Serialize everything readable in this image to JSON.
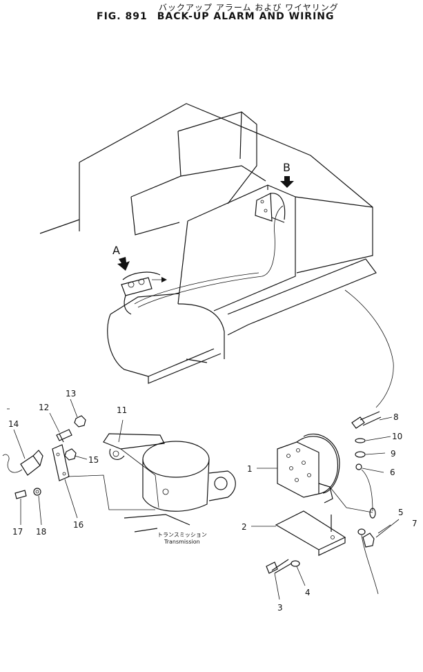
{
  "title": {
    "japanese": "バックアップ アラーム および ワイヤリング",
    "figure": "FIG. 891",
    "english": "BACK-UP ALARM AND WIRING"
  },
  "views": {
    "a": "A",
    "b": "B"
  },
  "transmission": {
    "japanese": "トランスミッション",
    "english": "Transmission"
  },
  "callouts": {
    "c1": "1",
    "c2": "2",
    "c3": "3",
    "c4": "4",
    "c5": "5",
    "c6": "6",
    "c7": "7",
    "c8": "8",
    "c9": "9",
    "c10": "10",
    "c11": "11",
    "c12": "12",
    "c13": "13",
    "c14": "14",
    "c15": "15",
    "c16": "16",
    "c17": "17",
    "c18": "18"
  }
}
